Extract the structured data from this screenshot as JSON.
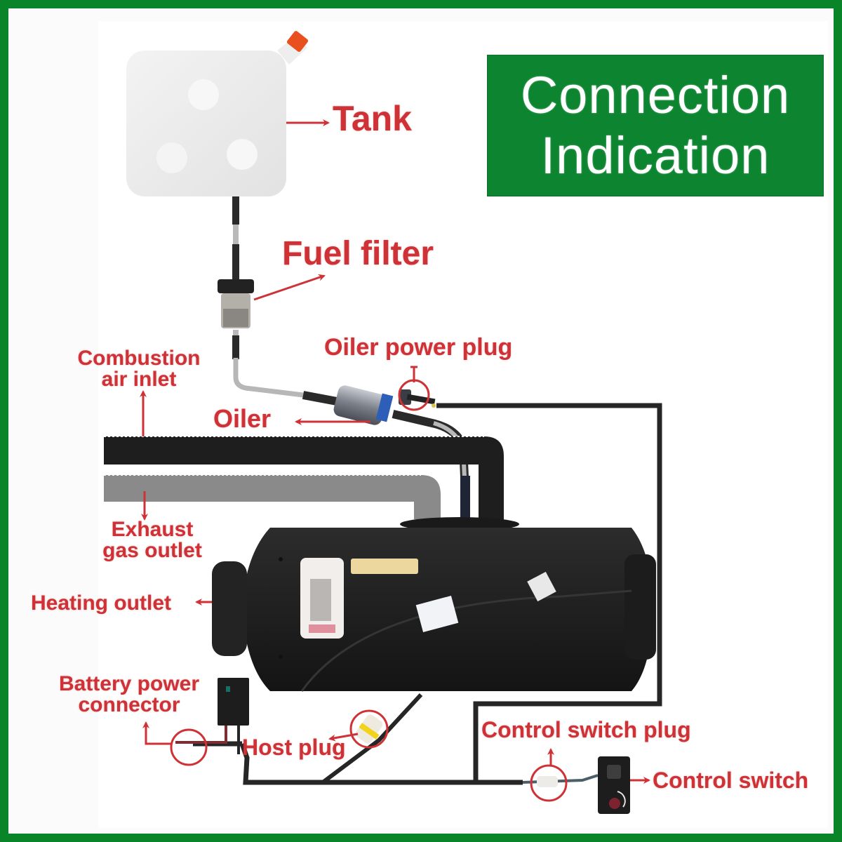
{
  "title": {
    "line1": "Connection",
    "line2": "Indication"
  },
  "labels": {
    "tank": "Tank",
    "fuel_filter": "Fuel filter",
    "oiler_power_plug": "Oiler power plug",
    "combustion_air_inlet_line1": "Combustion",
    "combustion_air_inlet_line2": "air inlet",
    "oiler": "Oiler",
    "exhaust_gas_outlet_line1": "Exhaust",
    "exhaust_gas_outlet_line2": "gas outlet",
    "heating_outlet": "Heating outlet",
    "battery_power_connector_line1": "Battery power",
    "battery_power_connector_line2": "connector",
    "host_plug": "Host plug",
    "control_switch_plug": "Control switch plug",
    "control_switch": "Control switch"
  },
  "colors": {
    "frame_green": "#0a8429",
    "title_green": "#0d8530",
    "label_red": "#cf3236",
    "wire_black": "#262626",
    "exhaust_gray": "#8a8a8a",
    "tank_cap_orange": "#e8501e"
  },
  "icons": {
    "arrow": "arrow-icon",
    "callout_circle": "circle-highlight-icon"
  }
}
